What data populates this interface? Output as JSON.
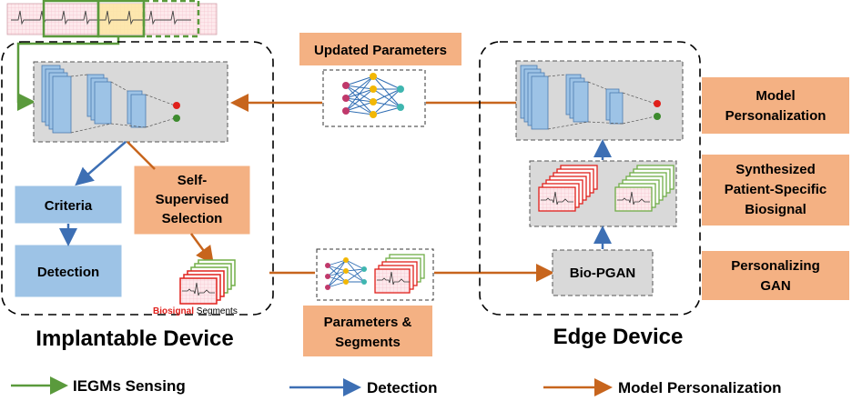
{
  "implantable": {
    "title": "Implantable Device",
    "criteria": "Criteria",
    "detection": "Detection",
    "self_supervised": [
      "Self-",
      "Supervised",
      "Selection"
    ],
    "biosignal_word": "Biosignal",
    "segments_word": " Segments"
  },
  "center": {
    "updated_parameters": "Updated Parameters",
    "parameters_segments": [
      "Parameters &",
      "Segments"
    ]
  },
  "edge": {
    "title": "Edge Device",
    "bio_pgan": "Bio-PGAN",
    "model_personalization": [
      "Model",
      "Personalization"
    ],
    "synthesized": [
      "Synthesized",
      "Patient-Specific",
      "Biosignal"
    ],
    "personalizing_gan": [
      "Personalizing",
      "GAN"
    ]
  },
  "legend": {
    "iegm": "IEGMs Sensing",
    "detection": "Detection",
    "model_personalization": "Model Personalization"
  },
  "colors": {
    "green": "#5a9a3c",
    "blue": "#3d6fb4",
    "orange": "#c7651d",
    "orange_fill": "#f4b183",
    "blue_fill": "#9dc3e6",
    "gray_fill": "#d9d9d9",
    "red_signal": "#e0201b",
    "green_signal": "#70ad47"
  }
}
